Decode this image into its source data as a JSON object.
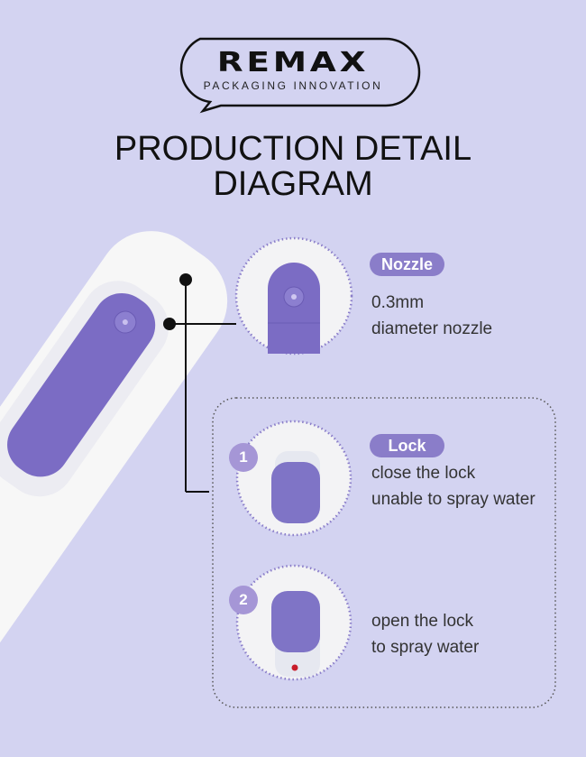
{
  "brand": {
    "name": "REMAX",
    "tagline": "PACKAGING INNOVATION"
  },
  "title": {
    "line1": "PRODUCTION DETAIL",
    "line2": "DIAGRAM"
  },
  "nozzle": {
    "badge": "Nozzle",
    "lines": [
      "0.3mm",
      "diameter nozzle"
    ]
  },
  "lock": {
    "badge": "Lock",
    "steps": [
      {
        "number": "1",
        "lines": [
          "close the lock",
          "unable to spray water"
        ]
      },
      {
        "number": "2",
        "lines": [
          "open the lock",
          "to spray water"
        ]
      }
    ]
  },
  "colors": {
    "background": "#d3d3f1",
    "accent": "#8a7dc9",
    "product_purple": "#7b6cc4"
  }
}
